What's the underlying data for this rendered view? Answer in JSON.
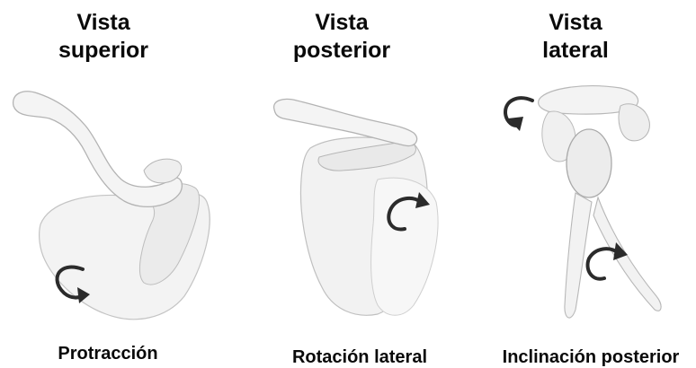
{
  "panels": [
    {
      "heading_line1": "Vista",
      "heading_line2": "superior",
      "caption": "Protracción",
      "illustration": "clavicle-scapula-superior-view",
      "arrow": "curved-arrow-icon"
    },
    {
      "heading_line1": "Vista",
      "heading_line2": "posterior",
      "caption": "Rotación lateral",
      "illustration": "clavicle-scapula-posterior-view",
      "arrow": "curved-arrow-icon"
    },
    {
      "heading_line1": "Vista",
      "heading_line2": "lateral",
      "caption": "Inclinación posterior",
      "illustration": "clavicle-scapula-lateral-view",
      "arrow": "curved-arrow-icon"
    }
  ],
  "colors": {
    "text": "#0a0a0a",
    "bone_fill": "#f2f2f2",
    "bone_edge": "#b5b5b5",
    "arrow": "#2b2b2b"
  }
}
